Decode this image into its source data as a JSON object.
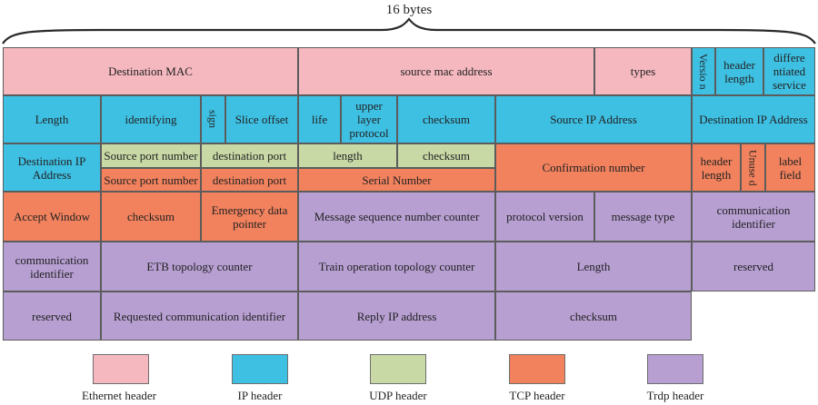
{
  "title": "16 bytes",
  "colors": {
    "ethernet": "#f5b8bf",
    "ip": "#3ec0e3",
    "udp": "#c8d9a6",
    "tcp": "#f2825e",
    "trdp": "#b79fd2",
    "border": "#5c5c5c"
  },
  "cells": [
    {
      "text": "Destination MAC",
      "color": "ethernet"
    },
    {
      "text": "source mac address",
      "color": "ethernet"
    },
    {
      "text": "types",
      "color": "ethernet"
    },
    {
      "text": "Versio n",
      "color": "ip"
    },
    {
      "text": "header length",
      "color": "ip"
    },
    {
      "text": "differe ntiated service",
      "color": "ip"
    },
    {
      "text": "Length",
      "color": "ip"
    },
    {
      "text": "identifying",
      "color": "ip"
    },
    {
      "text": "sign",
      "color": "ip"
    },
    {
      "text": "Slice offset",
      "color": "ip"
    },
    {
      "text": "life",
      "color": "ip"
    },
    {
      "text": "upper layer protocol",
      "color": "ip"
    },
    {
      "text": "checksum",
      "color": "ip"
    },
    {
      "text": "Source IP Address",
      "color": "ip"
    },
    {
      "text": "Destination IP Address",
      "color": "ip"
    },
    {
      "text": "Destination IP Address",
      "color": "ip"
    },
    {
      "text": "Source port number",
      "color": "udp"
    },
    {
      "text": "destination port",
      "color": "udp"
    },
    {
      "text": "length",
      "color": "udp"
    },
    {
      "text": "checksum",
      "color": "udp"
    },
    {
      "text": "Source port number",
      "color": "tcp"
    },
    {
      "text": "destination port",
      "color": "tcp"
    },
    {
      "text": "Serial Number",
      "color": "tcp"
    },
    {
      "text": "Confirmation number",
      "color": "tcp"
    },
    {
      "text": "header length",
      "color": "tcp"
    },
    {
      "text": "Unuse d",
      "color": "tcp"
    },
    {
      "text": "label field",
      "color": "tcp"
    },
    {
      "text": "Accept Window",
      "color": "tcp"
    },
    {
      "text": "checksum",
      "color": "tcp"
    },
    {
      "text": "Emergency data pointer",
      "color": "tcp"
    },
    {
      "text": "Message sequence number counter",
      "color": "trdp"
    },
    {
      "text": "protocol version",
      "color": "trdp"
    },
    {
      "text": "message type",
      "color": "trdp"
    },
    {
      "text": "communication identifier",
      "color": "trdp"
    },
    {
      "text": "communication identifier",
      "color": "trdp"
    },
    {
      "text": "ETB topology counter",
      "color": "trdp"
    },
    {
      "text": "Train operation topology counter",
      "color": "trdp"
    },
    {
      "text": "Length",
      "color": "trdp"
    },
    {
      "text": "reserved",
      "color": "trdp"
    },
    {
      "text": "reserved",
      "color": "trdp"
    },
    {
      "text": "Requested communication identifier",
      "color": "trdp"
    },
    {
      "text": "Reply IP address",
      "color": "trdp"
    },
    {
      "text": "checksum",
      "color": "trdp"
    }
  ],
  "legend": [
    {
      "label": "Ethernet header",
      "color": "ethernet"
    },
    {
      "label": "IP header",
      "color": "ip"
    },
    {
      "label": "UDP header",
      "color": "udp"
    },
    {
      "label": "TCP header",
      "color": "tcp"
    },
    {
      "label": "Trdp header",
      "color": "trdp"
    }
  ]
}
